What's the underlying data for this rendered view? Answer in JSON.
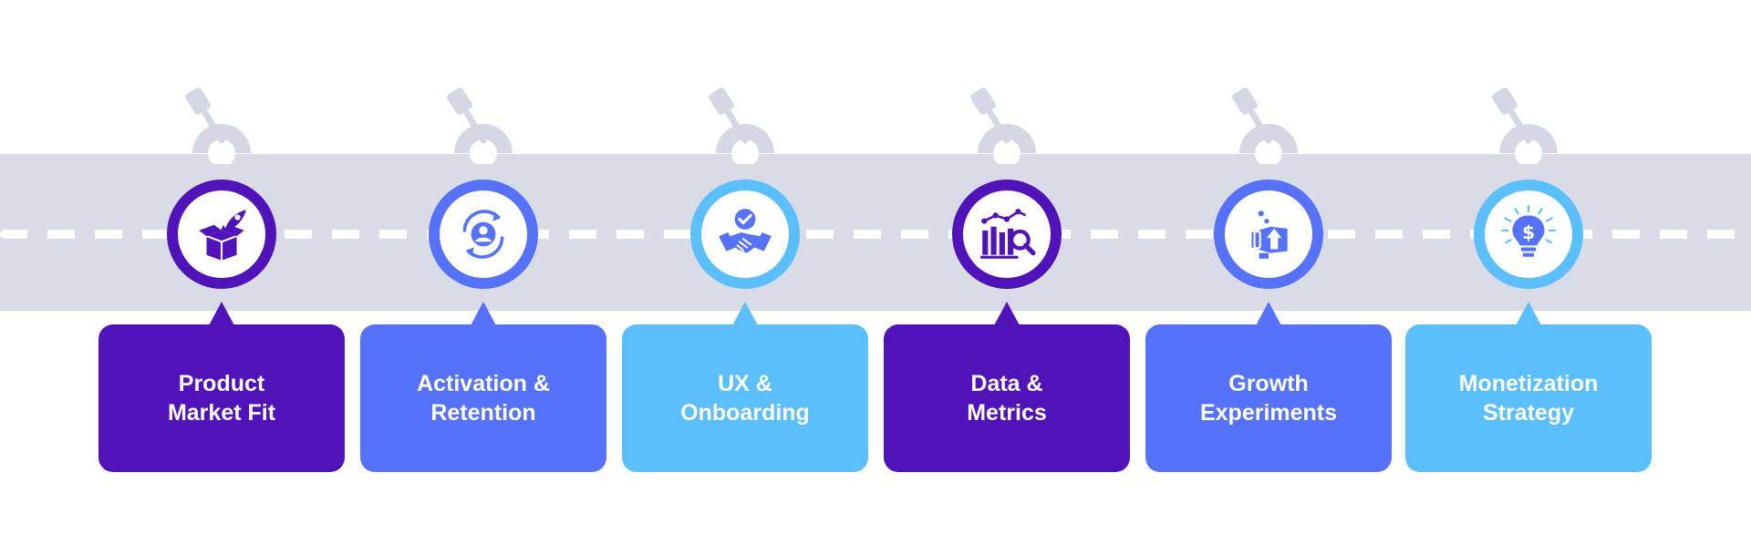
{
  "steps": [
    {
      "label": "Product\nMarket Fit",
      "icon": "rocket-box-icon",
      "color": "#4f13b9"
    },
    {
      "label": "Activation &\nRetention",
      "icon": "user-cycle-icon",
      "color": "#5672fb"
    },
    {
      "label": "UX &\nOnboarding",
      "icon": "handshake-check-icon",
      "color": "#5bbefd"
    },
    {
      "label": "Data &\nMetrics",
      "icon": "chart-magnifier-icon",
      "color": "#4f13b9"
    },
    {
      "label": "Growth\nExperiments",
      "icon": "hand-growth-icon",
      "color": "#5672fb"
    },
    {
      "label": "Monetization\nStrategy",
      "icon": "dollar-bulb-icon",
      "color": "#5bbefd"
    }
  ],
  "colors": {
    "road": "#d9dce7",
    "pin": "#d4d7e4",
    "dash": "#ffffff"
  }
}
